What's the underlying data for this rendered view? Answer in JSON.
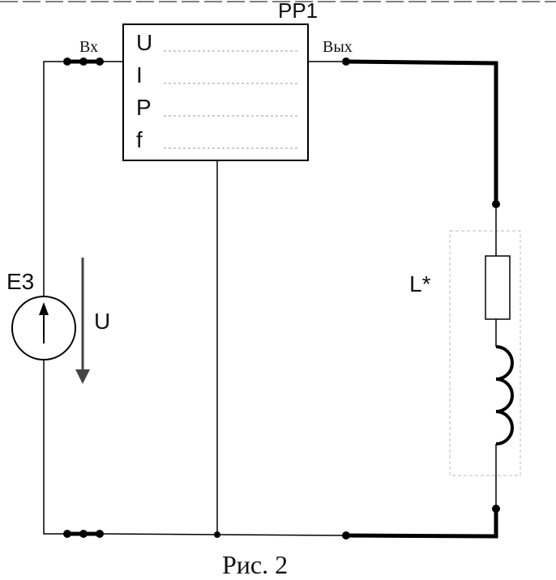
{
  "device": {
    "label": "PP1",
    "rows": [
      "U",
      "I",
      "P",
      "f"
    ],
    "input_label": "Вх",
    "output_label": "Вых"
  },
  "source": {
    "label": "E3",
    "voltage_label": "U"
  },
  "load": {
    "label": "L*"
  },
  "caption": "Рис. 2"
}
